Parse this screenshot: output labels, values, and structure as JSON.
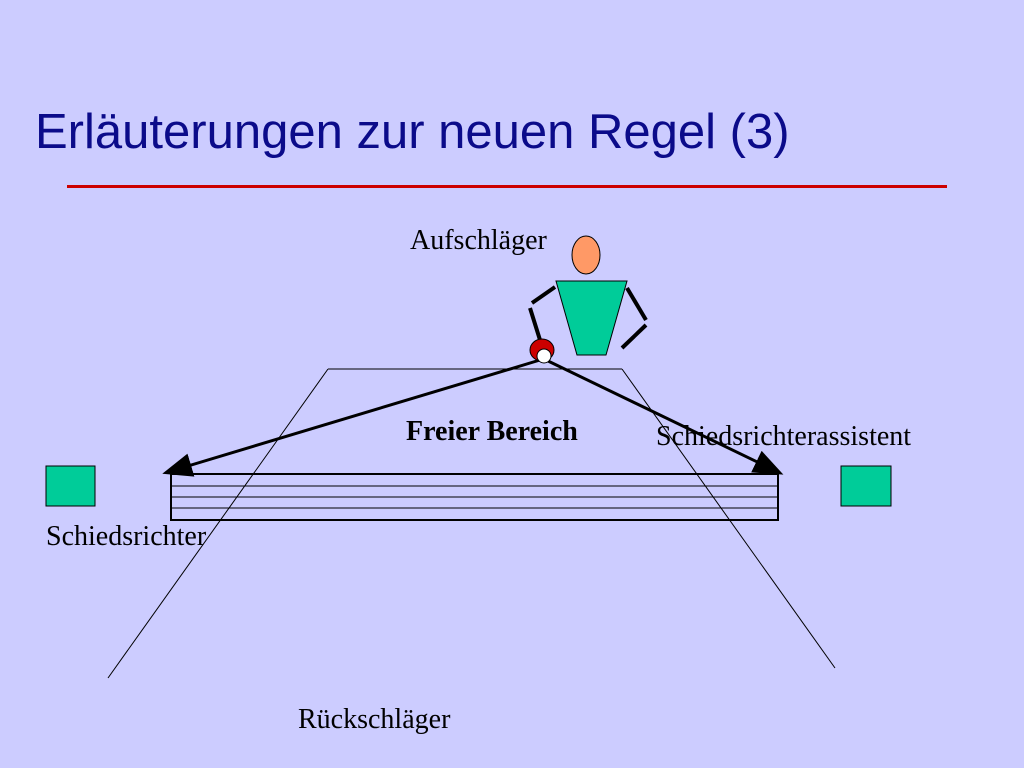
{
  "slide": {
    "title": "Erläuterungen zur neuen Regel (3)"
  },
  "diagram": {
    "labels": {
      "server": "Aufschläger",
      "free_zone": "Freier Bereich",
      "umpire_assistant": "Schiedsrichterassistent",
      "umpire": "Schiedsrichter",
      "receiver": "Rückschläger"
    },
    "colors": {
      "background": "#CCCCFF",
      "title": "#0B0B8A",
      "rule": "#CC0000",
      "referee_box": "#00CC99",
      "server_head": "#FF9966",
      "server_body": "#00CC99",
      "ball_outer": "#CC0000",
      "ball_inner": "#FFFFFF"
    }
  }
}
